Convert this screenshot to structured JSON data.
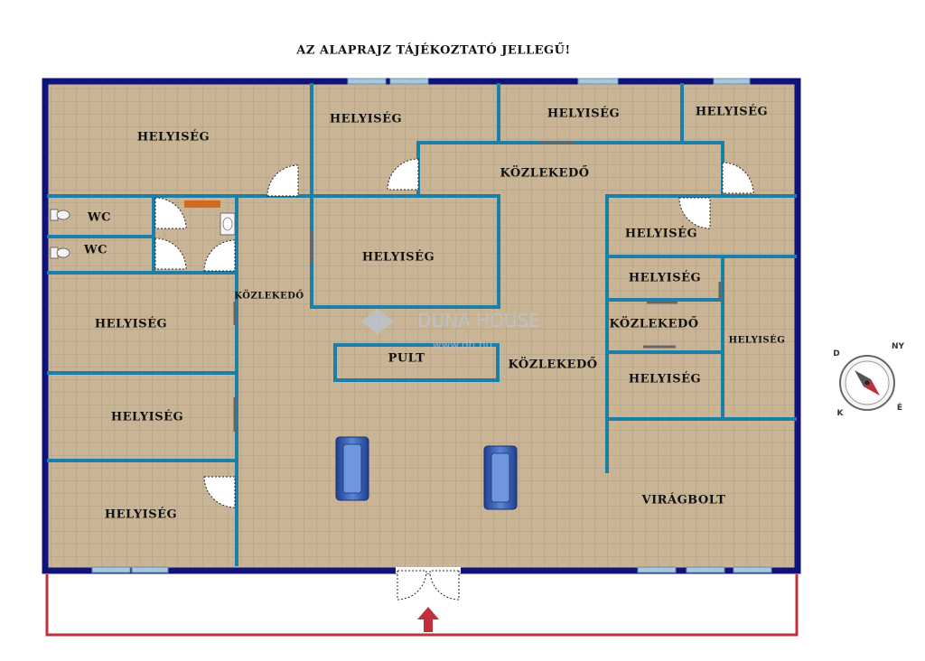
{
  "title": "AZ ALAPRAJZ TÁJÉKOZTATÓ JELLEGŰ!",
  "watermark": {
    "brand": "DUNA HOUSE",
    "url": "www.dh.hu"
  },
  "rooms": {
    "helyiseg_topleft": "HELYISÉG",
    "helyiseg_top2": "HELYISÉG",
    "helyiseg_top3": "HELYISÉG",
    "helyiseg_top4": "HELYISÉG",
    "kozlekedo_top": "KÖZLEKEDŐ",
    "wc_1": "WC",
    "wc_2": "WC",
    "kozlekedo_left": "KÖZLEKEDŐ",
    "helyiseg_center": "HELYISÉG",
    "helyiseg_right1": "HELYISÉG",
    "helyiseg_right2": "HELYISÉG",
    "kozlekedo_right": "KÖZLEKEDŐ",
    "helyiseg_far_right": "HELYISÉG",
    "helyiseg_left1": "HELYISÉG",
    "pult": "PULT",
    "kozlekedo_center": "KÖZLEKEDŐ",
    "helyiseg_right3": "HELYISÉG",
    "helyiseg_left2": "HELYISÉG",
    "viragbolt": "VIRÁGBOLT",
    "helyiseg_left3": "HELYISÉG"
  },
  "compass": {
    "letters": [
      "D",
      "NY",
      "K",
      "É"
    ]
  },
  "colors": {
    "floor": "#c9b596",
    "grid": "#a89578",
    "inner_wall": "#1c7fa8",
    "outer_wall": "#10137a",
    "terrace": "#c0303a",
    "entrance_arrow": "#c0303a",
    "counter_brown": "#d2691e",
    "sofa": "#3a5fb5"
  }
}
